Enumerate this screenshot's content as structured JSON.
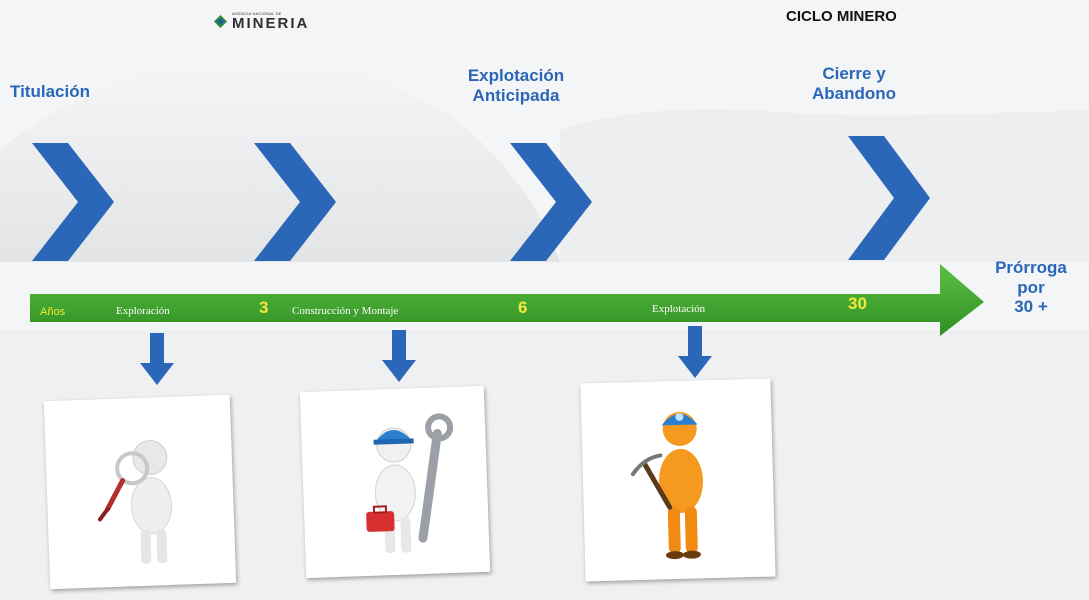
{
  "header": {
    "logo_small": "AGENCIA NACIONAL DE",
    "logo_big": "MINERIA",
    "cycle_title": "CICLO MINERO"
  },
  "phases": [
    {
      "title": "Titulación"
    },
    {
      "title": "Explotación\nAnticipada"
    },
    {
      "title": "Cierre y\nAbandono"
    }
  ],
  "timeline": {
    "years_label": "Años",
    "stage_1": "Exploración",
    "year_1": "3",
    "stage_2": "Construcción y Montaje",
    "year_2": "6",
    "stage_3": "Explotación",
    "year_3": "30",
    "extension": "Prórroga\npor\n30 +"
  },
  "cards": [
    {
      "icon": "magnifier-figure-icon"
    },
    {
      "icon": "builder-wrench-icon"
    },
    {
      "icon": "miner-pickaxe-icon"
    }
  ],
  "colors": {
    "chevron_blue": "#2a67b8",
    "arrow_green": "#3ea62c",
    "year_yellow": "#f3e93a",
    "title_blue": "#2a67b8"
  }
}
